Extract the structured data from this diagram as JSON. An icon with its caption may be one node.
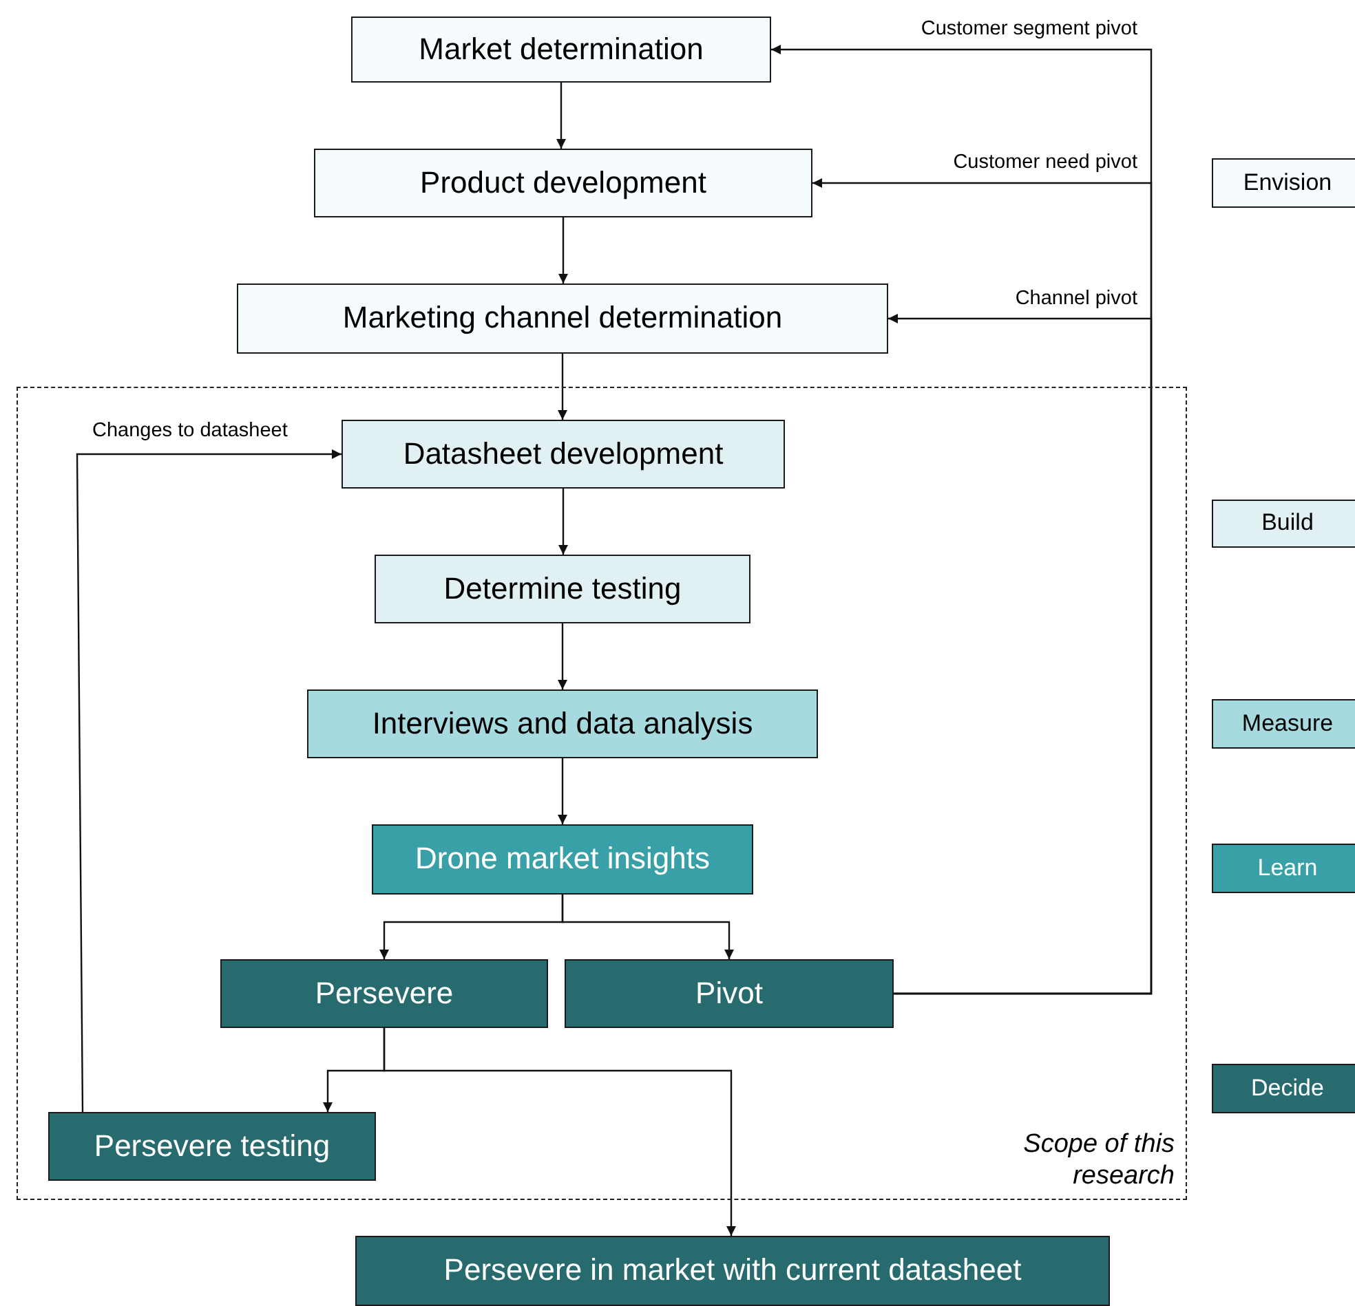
{
  "diagram": {
    "nodes": [
      {
        "text": [
          "Market determination"
        ]
      },
      {
        "text": [
          "Product development"
        ]
      },
      {
        "text": [
          "Marketing channel determination"
        ]
      },
      {
        "text": [
          "Scope of this research"
        ]
      },
      {
        "text": [
          "Datasheet development"
        ],
        "in": 3
      },
      {
        "text": [
          "Determine testing"
        ],
        "in": 3
      },
      {
        "text": [
          "Interviews and data analysis"
        ],
        "in": 3
      },
      {
        "text": [
          "Drone market insights"
        ],
        "in": 3
      },
      {
        "text": [
          "Persevere"
        ],
        "in": 3
      },
      {
        "text": [
          "Pivot"
        ],
        "in": 3
      },
      {
        "text": [
          "Persevere testing"
        ],
        "in": 3
      },
      {
        "text": [
          "Persevere in market with current datasheet"
        ]
      },
      {
        "text": [
          "Envision"
        ]
      },
      {
        "text": [
          "Build"
        ]
      },
      {
        "text": [
          "Measure"
        ]
      },
      {
        "text": [
          "Learn"
        ]
      },
      {
        "text": [
          "Decide"
        ]
      }
    ],
    "edges": [
      {
        "from": 0,
        "to": 1,
        "arrow": "to"
      },
      {
        "from": 1,
        "to": 2,
        "arrow": "to"
      },
      {
        "from": 2,
        "to": 4,
        "arrow": "to"
      },
      {
        "from": 4,
        "to": 5,
        "arrow": "to"
      },
      {
        "from": 5,
        "to": 6,
        "arrow": "to"
      },
      {
        "from": 6,
        "to": 7,
        "arrow": "to"
      },
      {
        "from": 7,
        "to": 8,
        "arrow": "to"
      },
      {
        "from": 7,
        "to": 9,
        "arrow": "to"
      },
      {
        "from": 9,
        "to": 0,
        "arrow": "to",
        "label": "Customer segment pivot"
      },
      {
        "from": 9,
        "to": 1,
        "arrow": "to",
        "label": "Customer need pivot"
      },
      {
        "from": 9,
        "to": 2,
        "arrow": "to",
        "label": "Channel pivot"
      },
      {
        "from": 8,
        "to": 10,
        "arrow": "to"
      },
      {
        "from": 8,
        "to": 11,
        "arrow": "to"
      },
      {
        "from": 10,
        "to": 4,
        "arrow": "to",
        "label": "Changes to datasheet"
      }
    ]
  }
}
